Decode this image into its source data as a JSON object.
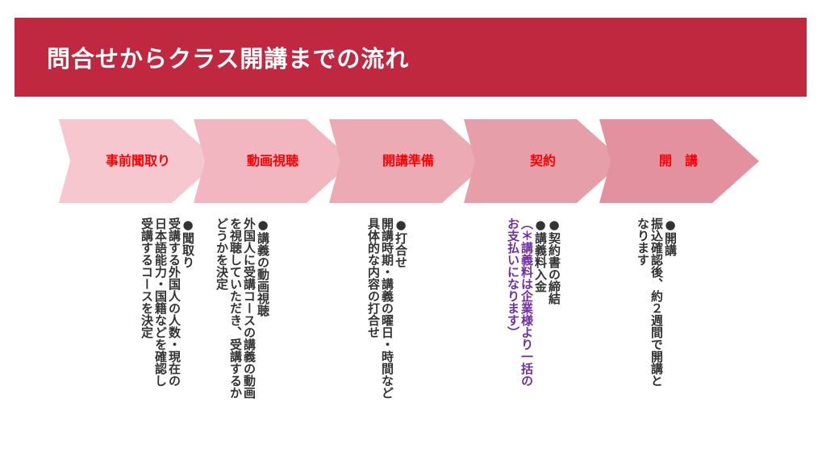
{
  "title": "問合せからクラス開講までの流れ",
  "colors": {
    "banner": "#c0283f",
    "label_text": "#ff0000",
    "body_text": "#333333",
    "note_text": "#7030a0",
    "arrows": [
      "#f6c7cf",
      "#f1b6c0",
      "#ecaab4",
      "#e69ea9",
      "#e3919f"
    ]
  },
  "steps": [
    {
      "label": "事前聞取り",
      "lines": [
        "●聞取り",
        "受講する外国人の人数・現在の",
        "日本語能力・国籍などを確認し",
        "受講するコースを決定"
      ]
    },
    {
      "label": "動画視聴",
      "lines": [
        "●講義の動画視聴",
        "外国人に受講コースの講義の動画",
        "を視聴していただき、受講するか",
        "どうかを決定"
      ]
    },
    {
      "label": "開講準備",
      "lines": [
        "●打合せ",
        "開講時期・講義の曜日・時間など",
        "具体的な内容の打合せ"
      ]
    },
    {
      "label": "契約",
      "lines": [
        "●契約書の締結",
        "●講義料入金",
        "（＊講義料は企業様より一括の",
        "お支払いになります）"
      ]
    },
    {
      "label": "開　講",
      "lines": [
        "●開講",
        "振込確認後、約２週間で開講と",
        "なります"
      ]
    }
  ]
}
